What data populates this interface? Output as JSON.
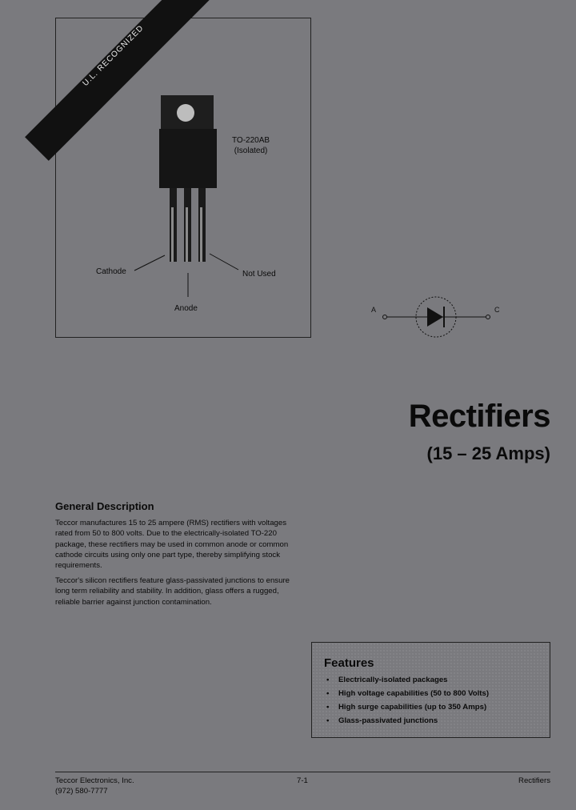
{
  "photo": {
    "ul_banner_lines": [
      "",
      "U.L. RECOGNIZED",
      ""
    ],
    "package_label_line1": "TO-220AB",
    "package_label_line2": "(Isolated)",
    "pin_labels": {
      "cathode": "Cathode",
      "anode": "Anode",
      "not_used": "Not Used"
    }
  },
  "symbol": {
    "anode_letter": "A",
    "cathode_letter": "C"
  },
  "title": "Rectifiers",
  "subtitle": "(15 – 25 Amps)",
  "general_description": {
    "heading": "General Description",
    "paragraphs": [
      "Teccor manufactures 15 to 25 ampere (RMS) rectifiers with voltages rated from 50 to 800 volts. Due to the electrically-isolated TO-220 package, these rectifiers may be used in common anode or common cathode circuits using only one part type, thereby simplifying stock requirements.",
      "Teccor's silicon rectifiers feature glass-passivated junctions to ensure long term reliability and stability. In addition, glass offers a rugged, reliable barrier against junction contamination."
    ]
  },
  "features": {
    "heading": "Features",
    "items": [
      "Electrically-isolated packages",
      "High voltage capabilities (50 to 800 Volts)",
      "High surge capabilities (up to 350 Amps)",
      "Glass-passivated junctions"
    ],
    "bullet": "•"
  },
  "footer": {
    "company": "Teccor Electronics, Inc.",
    "phone": "(972) 580-7777",
    "page_number": "7-1",
    "section": "Rectifiers"
  },
  "colors": {
    "page_background": "#7a7a7e",
    "text": "#0a0a0a"
  }
}
